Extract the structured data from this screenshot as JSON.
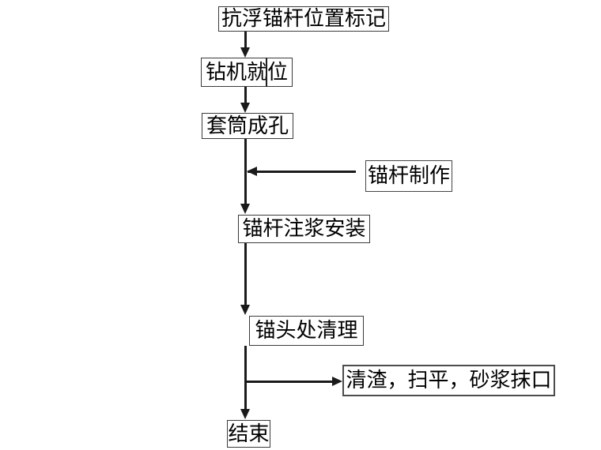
{
  "diagram": {
    "type": "flowchart",
    "background_color": "#ffffff",
    "line_color": "#1a1a1a",
    "box_border_color": "#3a3a3a",
    "text_color": "#000000",
    "nodes": {
      "mark": {
        "label": "抗浮锚杆位置标记"
      },
      "drill": {
        "label": "钻机就位"
      },
      "casing": {
        "label": "套筒成孔"
      },
      "fabricate": {
        "label": "锚杆制作"
      },
      "grout": {
        "label": "锚杆注浆安装"
      },
      "head_clean": {
        "label": "锚头处清理"
      },
      "finish": {
        "label": "清渣，扫平，砂浆抹口"
      },
      "end": {
        "label": "结束"
      }
    },
    "edges": [
      {
        "from": "mark",
        "to": "drill",
        "direction": "down"
      },
      {
        "from": "drill",
        "to": "casing",
        "direction": "down"
      },
      {
        "from": "casing",
        "to": "grout",
        "direction": "down"
      },
      {
        "from": "fabricate",
        "to": "casing-grout-line",
        "direction": "left"
      },
      {
        "from": "grout",
        "to": "head_clean",
        "direction": "down"
      },
      {
        "from": "head_clean",
        "to": "end",
        "direction": "down"
      },
      {
        "from": "head_clean-end-line",
        "to": "finish",
        "direction": "right"
      }
    ]
  }
}
